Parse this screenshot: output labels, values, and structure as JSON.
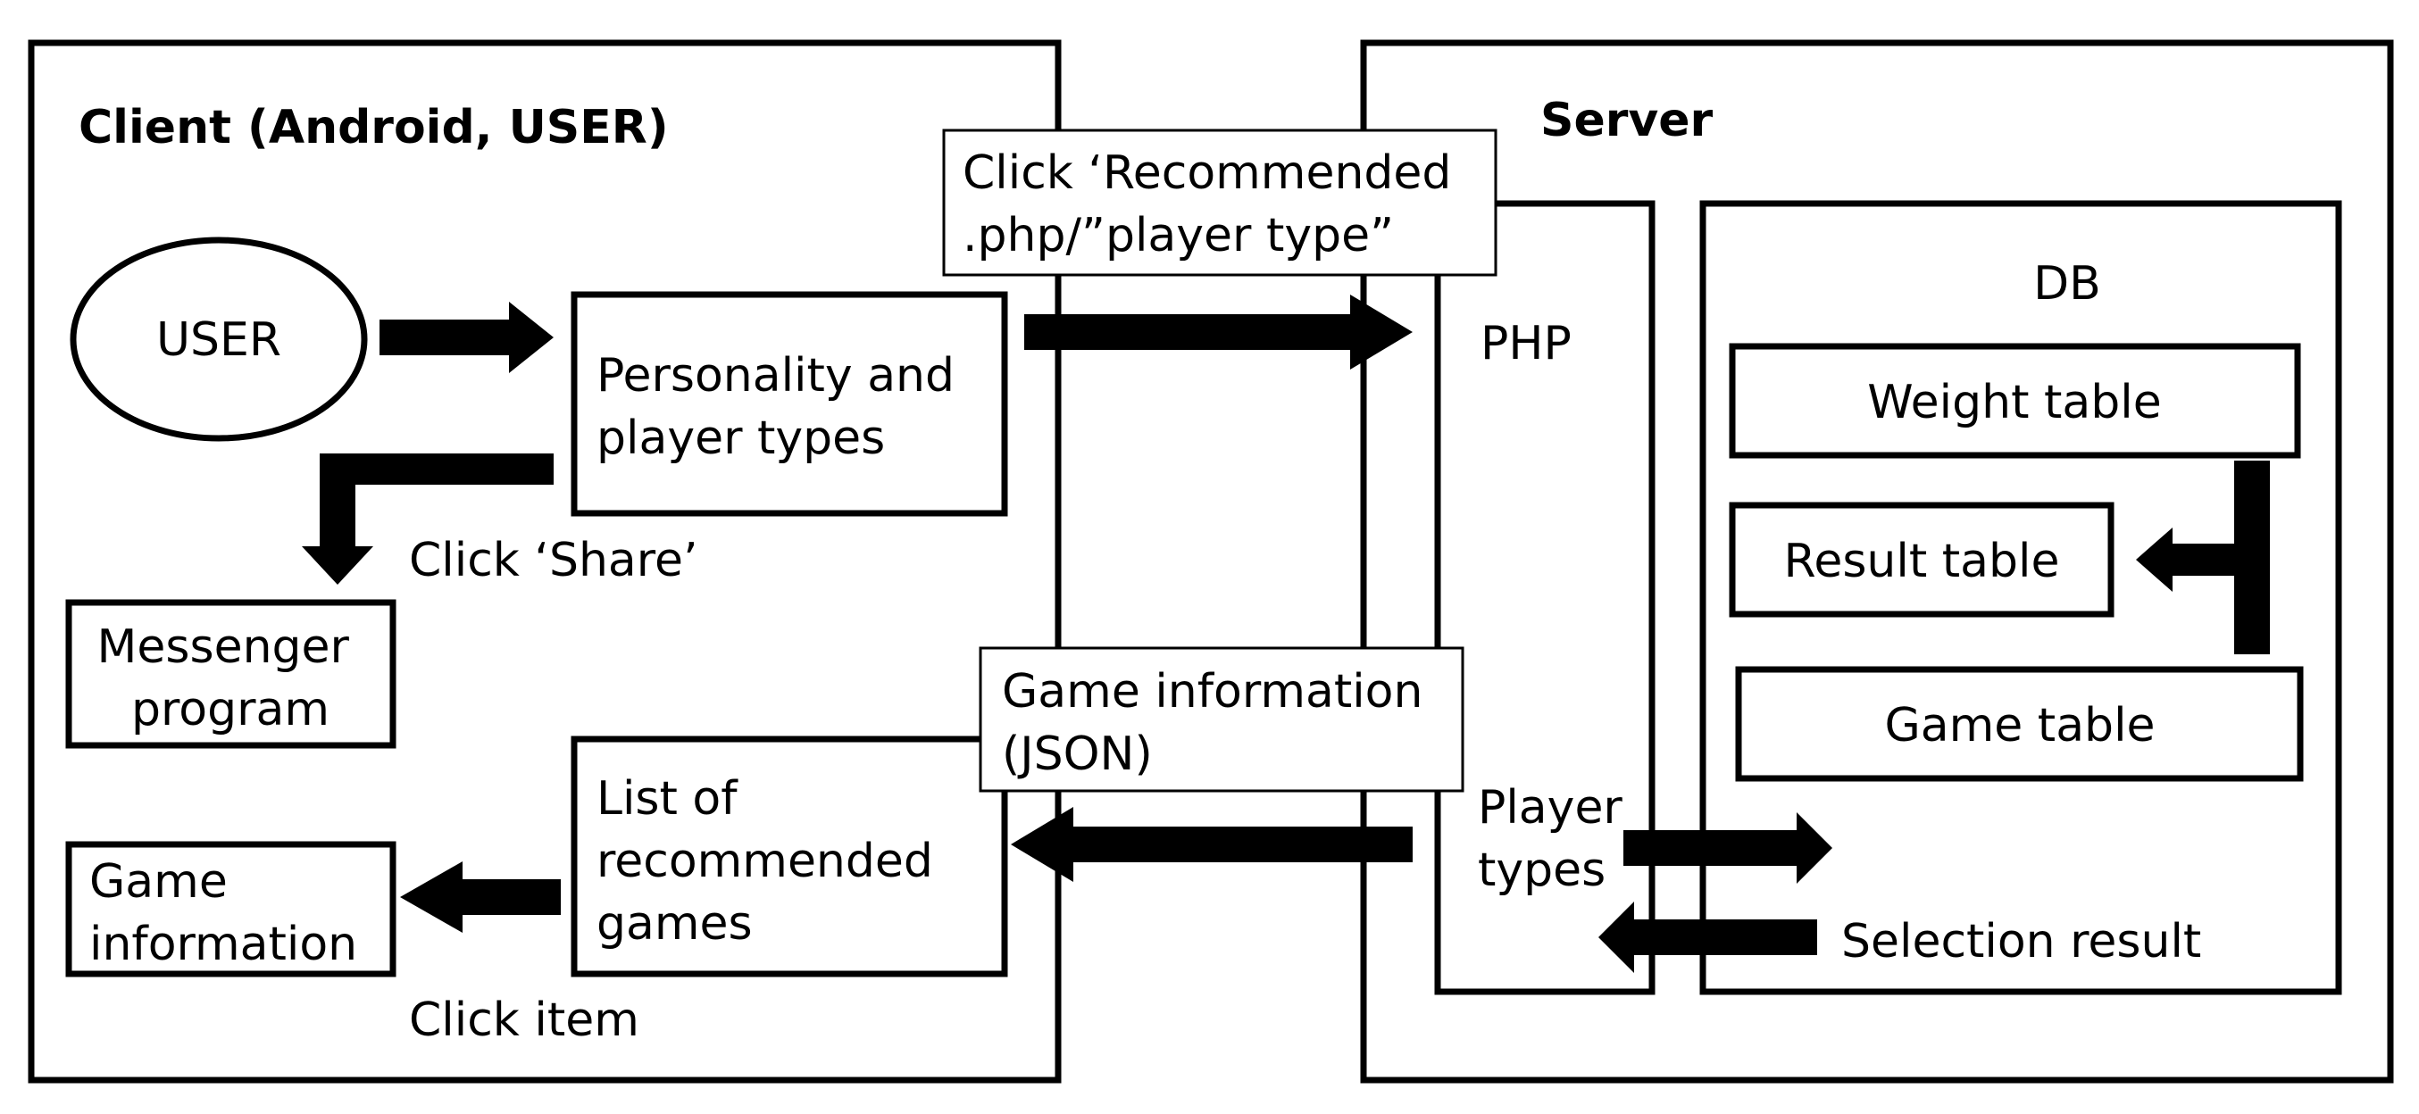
{
  "client": {
    "title": "Client (Android, USER)",
    "user": "USER",
    "personality": [
      "Personality and",
      "player types"
    ],
    "click_share": "Click ‘Share’",
    "messenger": [
      "Messenger",
      "program"
    ],
    "list": [
      "List of",
      "recommended",
      "games"
    ],
    "game_info": [
      "Game",
      "information"
    ],
    "click_item": "Click item"
  },
  "request_label": [
    "Click ‘Recommended",
    ".php/”player type”"
  ],
  "response_label": [
    "Game information",
    "(JSON)"
  ],
  "server": {
    "title": "Server",
    "php": "PHP",
    "player_types": [
      "Player",
      "types"
    ],
    "selection_result": "Selection result",
    "db": {
      "title": "DB",
      "weight_table": "Weight table",
      "result_table": "Result table",
      "game_table": "Game table"
    }
  },
  "colors": {
    "stroke": "#000000",
    "fill": "#ffffff"
  }
}
